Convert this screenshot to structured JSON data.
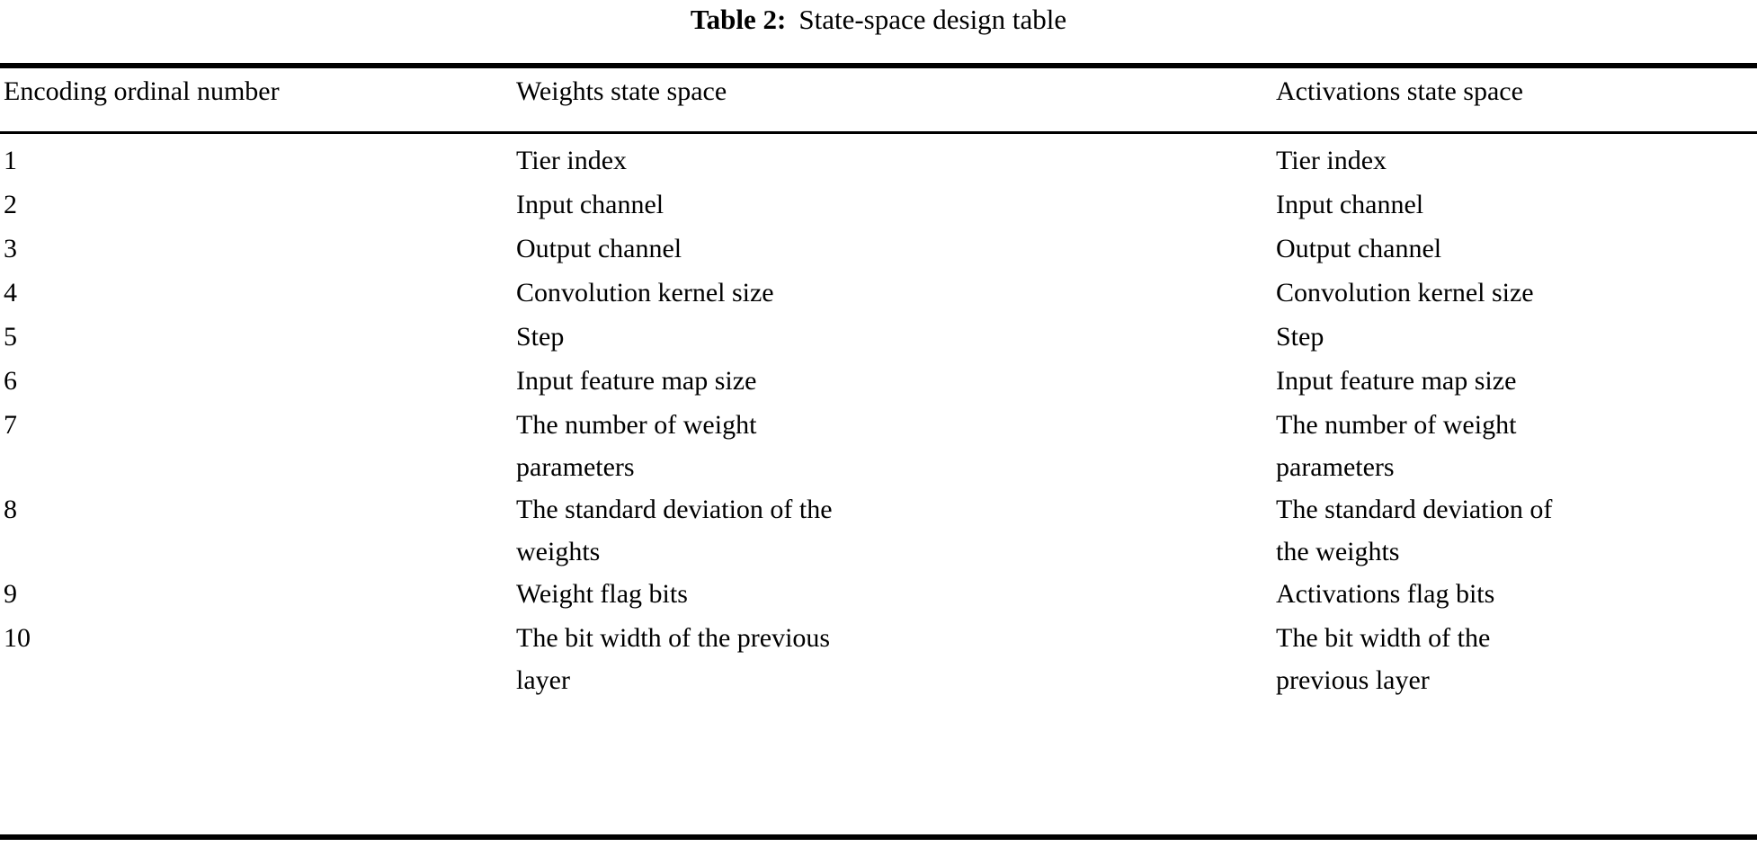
{
  "caption": {
    "label": "Table 2:",
    "text": "State-space design table"
  },
  "table": {
    "headers": [
      "Encoding ordinal number",
      "Weights state space",
      "Activations state space"
    ],
    "rows": [
      {
        "ordinal": "1",
        "weights": "Tier index",
        "activations": "Tier index"
      },
      {
        "ordinal": "2",
        "weights": "Input channel",
        "activations": "Input channel"
      },
      {
        "ordinal": "3",
        "weights": "Output channel",
        "activations": "Output channel"
      },
      {
        "ordinal": "4",
        "weights": "Convolution kernel size",
        "activations": "Convolution kernel size"
      },
      {
        "ordinal": "5",
        "weights": "Step",
        "activations": "Step"
      },
      {
        "ordinal": "6",
        "weights": "Input feature map size",
        "activations": "Input feature map size"
      },
      {
        "ordinal": "7",
        "weights": "The number of weight\nparameters",
        "activations": "The number of weight\nparameters"
      },
      {
        "ordinal": "8",
        "weights": "The standard deviation of the\nweights",
        "activations": "The standard deviation of\nthe weights"
      },
      {
        "ordinal": "9",
        "weights": "Weight flag bits",
        "activations": "Activations flag bits"
      },
      {
        "ordinal": "10",
        "weights": "The bit width of the previous\nlayer",
        "activations": "The bit width of the\nprevious layer"
      }
    ]
  },
  "style": {
    "text_color": "#000000",
    "background_color": "#ffffff",
    "rule_color": "#000000"
  }
}
